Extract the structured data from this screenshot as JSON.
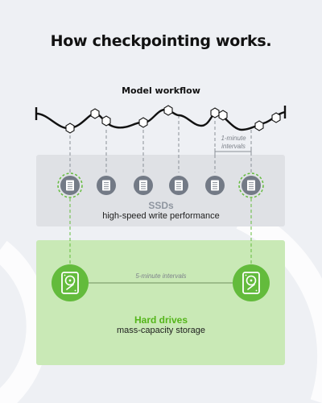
{
  "title": "How checkpointing works.",
  "workflow": {
    "label": "Model workflow"
  },
  "intervals": {
    "one_minute": "1-minute intervals",
    "five_minute": "5-minute intervals"
  },
  "ssd": {
    "name": "SSDs",
    "description": "high-speed write performance",
    "icon": "ssd-icon",
    "count": 6
  },
  "hdd": {
    "name": "Hard drives",
    "description": "mass-capacity storage",
    "icon": "hard-drive-icon",
    "count": 2
  },
  "colors": {
    "background": "#eef0f4",
    "ssd_band": "#dfe1e5",
    "hdd_band": "#c9e9b6",
    "accent_green": "#63bb3c",
    "ssd_icon": "#737a86",
    "hdd_label": "#54b51a"
  }
}
